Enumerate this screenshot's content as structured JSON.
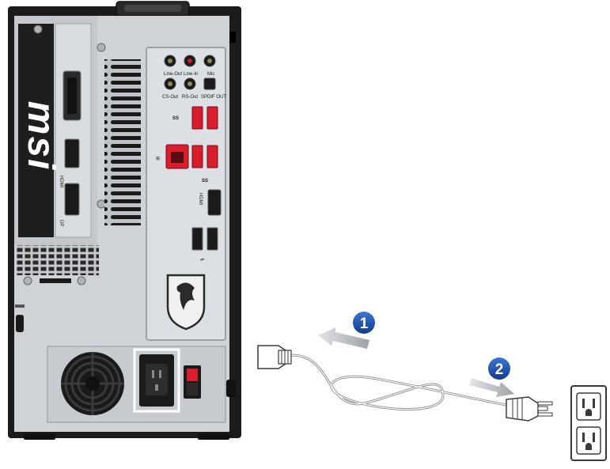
{
  "brand_mark": "msi",
  "ports": {
    "audio_top": [
      "Line-Out",
      "Line-In",
      "Mic"
    ],
    "audio_bottom": [
      "CS-Out",
      "RS-Out",
      "SPDIF OUT"
    ],
    "usb_ss": "SS",
    "hdmi": "HDMI",
    "gpu_dp": "DP",
    "gpu_hdmi": "HDMI"
  },
  "steps": [
    {
      "number": "1",
      "action": "connect-cord-to-psu"
    },
    {
      "number": "2",
      "action": "plug-into-outlet"
    }
  ],
  "colors": {
    "chassis": "#1b1b1b",
    "panel": "#cfd3d8",
    "io_shield": "#dcdfe3",
    "usb_red": "#d81e2c",
    "step_badge": "#1a4da8",
    "arrow_gray": "#b9bcc1",
    "highlight_box": "#ffffff"
  }
}
